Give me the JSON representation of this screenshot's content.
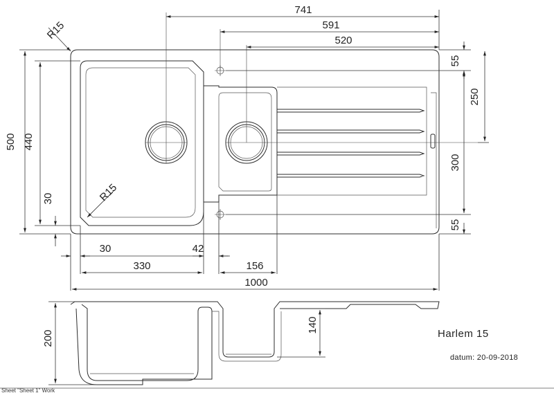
{
  "product": {
    "name": "Harlem 15",
    "date": "datum: 20-09-2018"
  },
  "sheet_label": "Sheet \"Sheet 1\" Work",
  "dimensions": {
    "top_741": "741",
    "top_591": "591",
    "top_520": "520",
    "radius_top": "R15",
    "radius_inner": "R15",
    "left_500": "500",
    "left_440": "440",
    "left_30": "30",
    "right_55_top": "55",
    "right_250": "250",
    "right_300": "300",
    "right_55_bottom": "55",
    "bottom_30": "30",
    "bottom_42": "42",
    "bottom_330": "330",
    "bottom_156": "156",
    "bottom_1000": "1000",
    "section_200": "200",
    "section_140": "140"
  }
}
